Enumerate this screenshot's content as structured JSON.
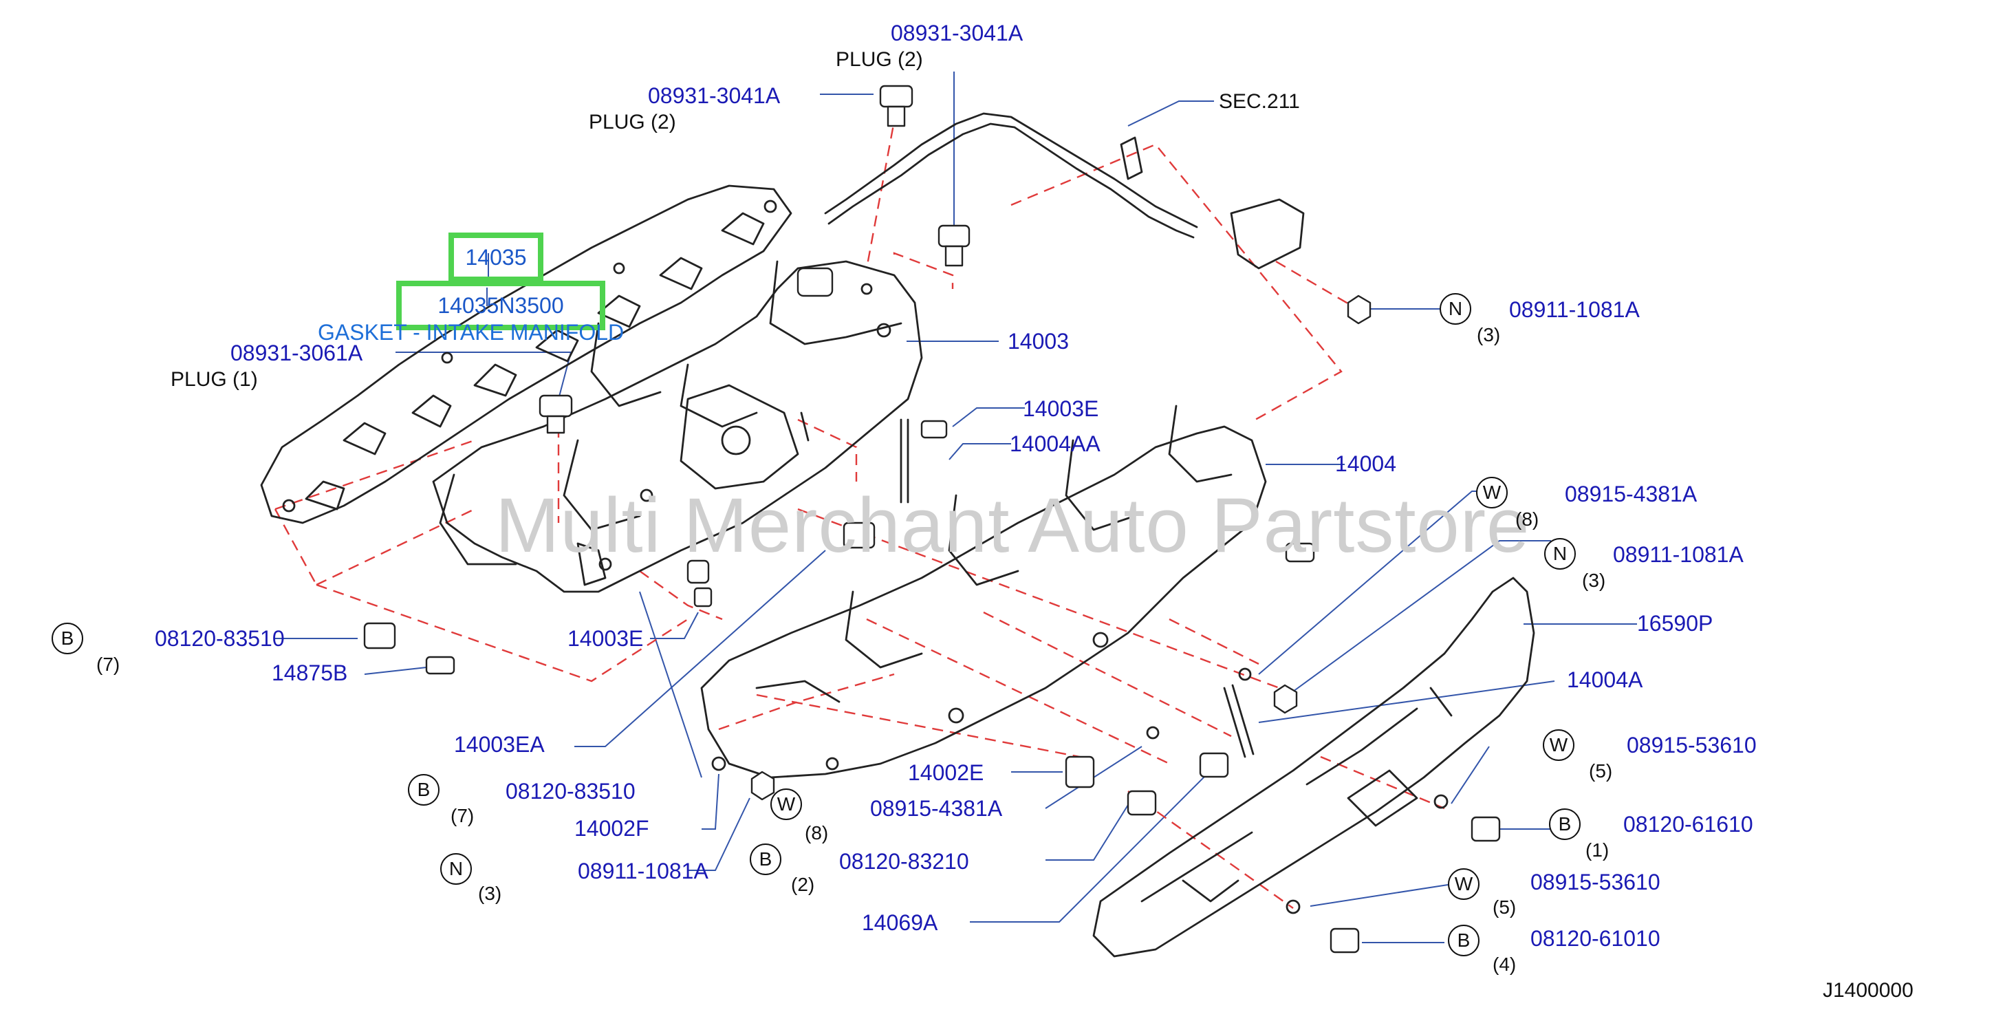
{
  "diagram_id": "J1400000",
  "watermark": "Multi Merchant Auto Partstore",
  "highlight": {
    "group_code": "14035",
    "part_number": "14035N3500",
    "title": "GASKET - INTAKE MANIFOLD"
  },
  "labels": [
    {
      "id": "pn-08931-3041A-top",
      "kind": "pn",
      "text": "08931-3041A"
    },
    {
      "id": "plug-top",
      "kind": "tx",
      "text": "PLUG   (2)"
    },
    {
      "id": "pn-08931-3041A-left",
      "kind": "pn",
      "text": "08931-3041A"
    },
    {
      "id": "plug-left",
      "kind": "tx",
      "text": "PLUG   (2)"
    },
    {
      "id": "sec-211",
      "kind": "tx",
      "text": "SEC.211"
    },
    {
      "id": "pn-14003",
      "kind": "pn",
      "text": "14003"
    },
    {
      "id": "pn-08911-1081A-r1",
      "kind": "pn",
      "text": "08911-1081A"
    },
    {
      "id": "qty-n-r1",
      "kind": "qty",
      "text": "(3)"
    },
    {
      "id": "pn-08931-3061A",
      "kind": "pn",
      "text": "08931-3061A"
    },
    {
      "id": "plug-1",
      "kind": "tx",
      "text": "PLUG   (1)"
    },
    {
      "id": "pn-14003E-top",
      "kind": "pn",
      "text": "14003E"
    },
    {
      "id": "pn-14004AA",
      "kind": "pn",
      "text": "14004AA"
    },
    {
      "id": "pn-14004",
      "kind": "pn",
      "text": "14004"
    },
    {
      "id": "pn-08915-4381A-r",
      "kind": "pn",
      "text": "08915-4381A"
    },
    {
      "id": "qty-w-8r",
      "kind": "qty",
      "text": "(8)"
    },
    {
      "id": "pn-08911-1081A-r2",
      "kind": "pn",
      "text": "08911-1081A"
    },
    {
      "id": "qty-n-r2",
      "kind": "qty",
      "text": "(3)"
    },
    {
      "id": "pn-16590P",
      "kind": "pn",
      "text": "16590P"
    },
    {
      "id": "pn-14004A",
      "kind": "pn",
      "text": "14004A"
    },
    {
      "id": "pn-08915-53610-a",
      "kind": "pn",
      "text": "08915-53610"
    },
    {
      "id": "qty-w-5a",
      "kind": "qty",
      "text": "(5)"
    },
    {
      "id": "pn-08120-61610",
      "kind": "pn",
      "text": "08120-61610"
    },
    {
      "id": "qty-b-1",
      "kind": "qty",
      "text": "(1)"
    },
    {
      "id": "pn-08915-53610-b",
      "kind": "pn",
      "text": "08915-53610"
    },
    {
      "id": "qty-w-5b",
      "kind": "qty",
      "text": "(5)"
    },
    {
      "id": "pn-08120-61010",
      "kind": "pn",
      "text": "08120-61010"
    },
    {
      "id": "qty-b-4",
      "kind": "qty",
      "text": "(4)"
    },
    {
      "id": "pn-08120-83510-l",
      "kind": "pn",
      "text": "08120-83510"
    },
    {
      "id": "qty-b-7l",
      "kind": "qty",
      "text": "(7)"
    },
    {
      "id": "pn-14875B",
      "kind": "pn",
      "text": "14875B"
    },
    {
      "id": "pn-14003E-low",
      "kind": "pn",
      "text": "14003E"
    },
    {
      "id": "pn-14003EA",
      "kind": "pn",
      "text": "14003EA"
    },
    {
      "id": "pn-08120-83510-c",
      "kind": "pn",
      "text": "08120-83510"
    },
    {
      "id": "qty-b-7c",
      "kind": "qty",
      "text": "(7)"
    },
    {
      "id": "pn-14002F",
      "kind": "pn",
      "text": "14002F"
    },
    {
      "id": "pn-08911-1081A-c",
      "kind": "pn",
      "text": "08911-1081A"
    },
    {
      "id": "qty-w-8c",
      "kind": "qty",
      "text": "(8)"
    },
    {
      "id": "qty-n-3c",
      "kind": "qty",
      "text": "(3)"
    },
    {
      "id": "qty-b-2",
      "kind": "qty",
      "text": "(2)"
    },
    {
      "id": "pn-14002E",
      "kind": "pn",
      "text": "14002E"
    },
    {
      "id": "pn-08915-4381A-c",
      "kind": "pn",
      "text": "08915-4381A"
    },
    {
      "id": "pn-08120-83210",
      "kind": "pn",
      "text": "08120-83210"
    },
    {
      "id": "pn-14069A",
      "kind": "pn",
      "text": "14069A"
    },
    {
      "id": "diagram-code",
      "kind": "tx",
      "text": "J1400000"
    }
  ],
  "callout_letters": {
    "n": "N",
    "w": "W",
    "b": "B"
  }
}
